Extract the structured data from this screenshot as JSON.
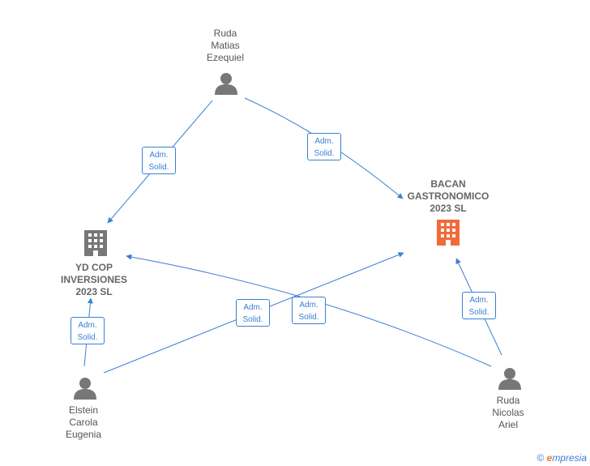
{
  "nodes": {
    "ruda_matias": {
      "label": "Ruda\nMatias\nEzequiel",
      "type": "person"
    },
    "bacan": {
      "label": "BACAN\nGASTRONOMICO\n2023  SL",
      "type": "company",
      "color": "#f26a3a"
    },
    "yd_cop": {
      "label": "YD COP\nINVERSIONES\n2023  SL",
      "type": "company",
      "color": "#777777"
    },
    "elstein": {
      "label": "Elstein\nCarola\nEugenia",
      "type": "person"
    },
    "ruda_nicolas": {
      "label": "Ruda\nNicolas\nAriel",
      "type": "person"
    }
  },
  "edges": [
    {
      "from": "ruda_matias",
      "to": "yd_cop",
      "label": "Adm.\nSolid."
    },
    {
      "from": "ruda_matias",
      "to": "bacan",
      "label": "Adm.\nSolid."
    },
    {
      "from": "elstein",
      "to": "yd_cop",
      "label": "Adm.\nSolid."
    },
    {
      "from": "elstein",
      "to": "bacan",
      "label": "Adm.\nSolid."
    },
    {
      "from": "ruda_nicolas",
      "to": "yd_cop",
      "label": "Adm.\nSolid."
    },
    {
      "from": "ruda_nicolas",
      "to": "bacan",
      "label": "Adm.\nSolid."
    }
  ],
  "colors": {
    "edge": "#3a7fd5",
    "person_icon": "#777777",
    "company_main": "#f26a3a",
    "company_other": "#777777"
  },
  "footer": {
    "copyright": "©",
    "brand_e": "e",
    "brand_rest": "mpresia"
  }
}
